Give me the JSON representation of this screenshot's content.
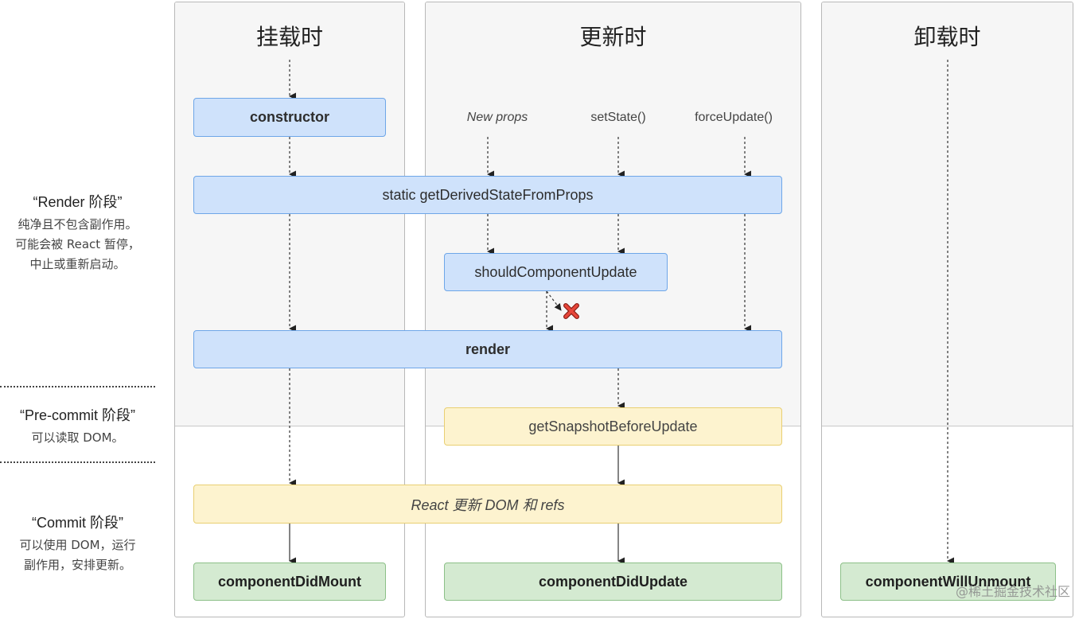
{
  "columns": {
    "mount_title": "挂载时",
    "update_title": "更新时",
    "unmount_title": "卸载时"
  },
  "stages": {
    "render": {
      "title": "“Render 阶段”",
      "desc": [
        "纯净且不包含副作用。",
        "可能会被 React 暂停，",
        "中止或重新启动。"
      ]
    },
    "precommit": {
      "title": "“Pre-commit 阶段”",
      "desc": [
        "可以读取 DOM。"
      ]
    },
    "commit": {
      "title": "“Commit 阶段”",
      "desc": [
        "可以使用 DOM，运行",
        "副作用，安排更新。"
      ]
    }
  },
  "triggers": {
    "new_props": "New props",
    "set_state": "setState()",
    "force_update": "forceUpdate()"
  },
  "boxes": {
    "constructor": "constructor",
    "get_derived_state": "static getDerivedStateFromProps",
    "should_update": "shouldComponentUpdate",
    "render": "render",
    "get_snapshot": "getSnapshotBeforeUpdate",
    "react_update_dom": "React 更新 DOM 和 refs",
    "did_mount": "componentDidMount",
    "did_update": "componentDidUpdate",
    "will_unmount": "componentWillUnmount"
  },
  "watermark": "@稀土掘金技术社区",
  "colors": {
    "blue_fill": "#cfe2fb",
    "yellow_fill": "#fdf3cf",
    "green_fill": "#d4ead1",
    "cross": "#d9362b"
  }
}
